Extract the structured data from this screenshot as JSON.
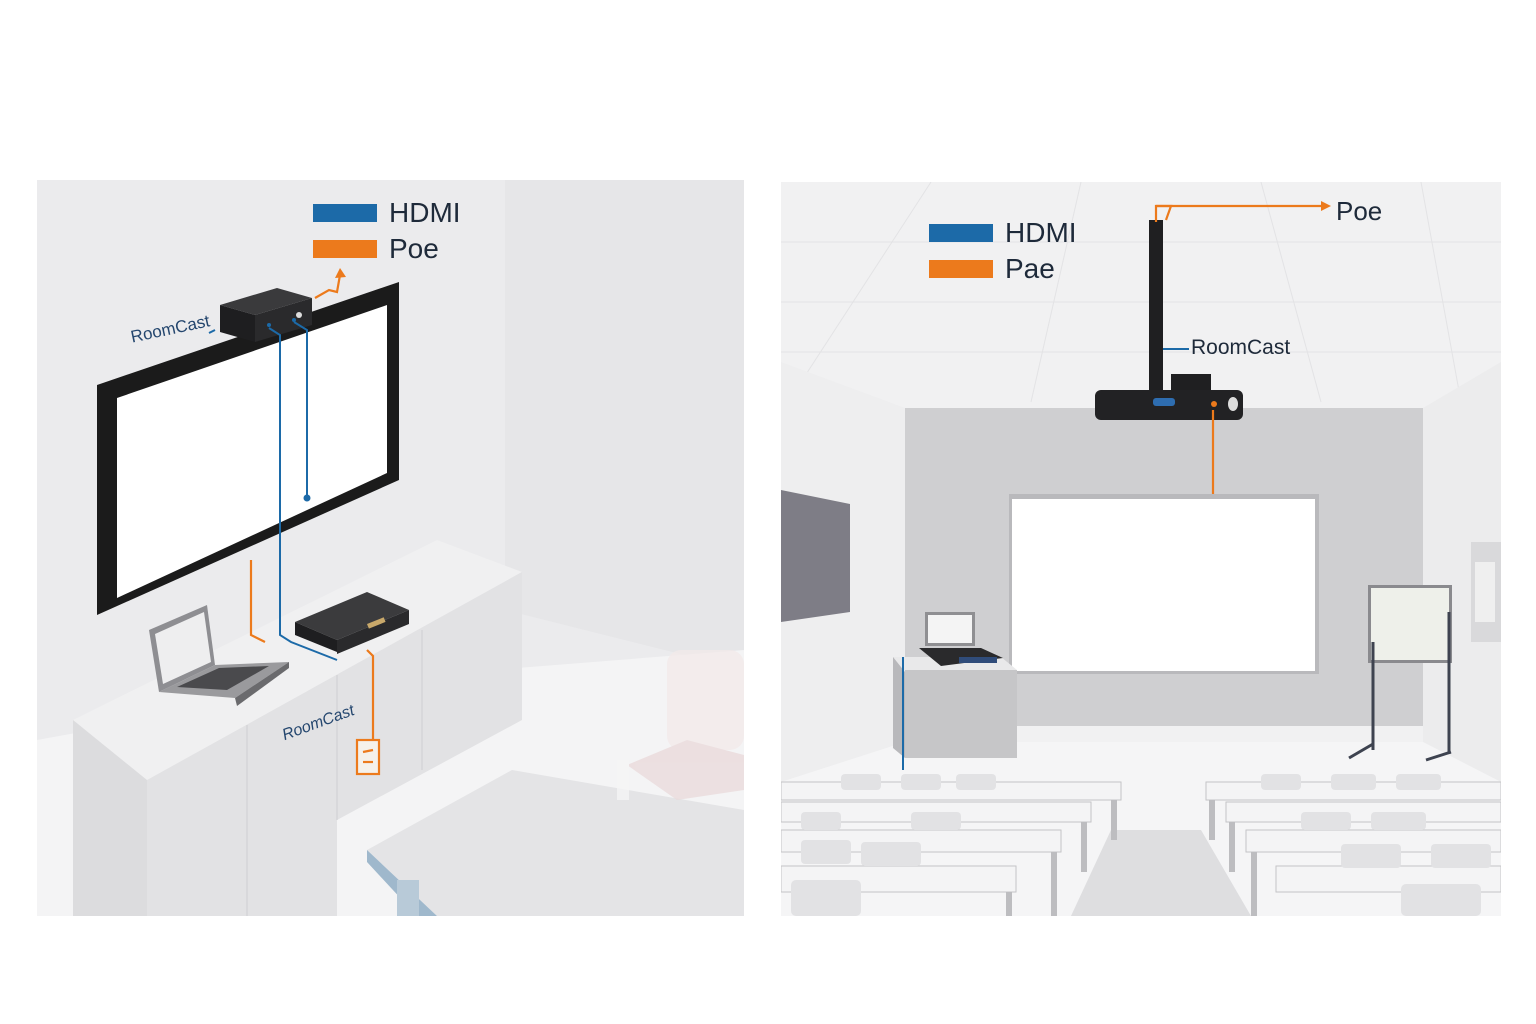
{
  "colors": {
    "hdmi": "#1c6aa8",
    "poe": "#ec7a1c",
    "device": "#2a2a2c",
    "text": "#1e2a3a",
    "label": "#24466e"
  },
  "left_panel": {
    "scene": "Wall-mounted display with RoomCast receiver on top and transmitter on credenza",
    "legend": [
      {
        "label": "HDMI",
        "color": "#1c6aa8"
      },
      {
        "label": "Poe",
        "color": "#ec7a1c"
      }
    ],
    "labels": {
      "top_device": "RoomCast",
      "cabinet_device": "RoomCast"
    }
  },
  "right_panel": {
    "scene": "Classroom with ceiling-mounted RoomCast projector and projection screen",
    "legend": [
      {
        "label": "HDMI",
        "color": "#1c6aa8"
      },
      {
        "label": "Pae",
        "color": "#ec7a1c"
      }
    ],
    "labels": {
      "poe": "Poe",
      "roomcast": "RoomCast"
    }
  }
}
